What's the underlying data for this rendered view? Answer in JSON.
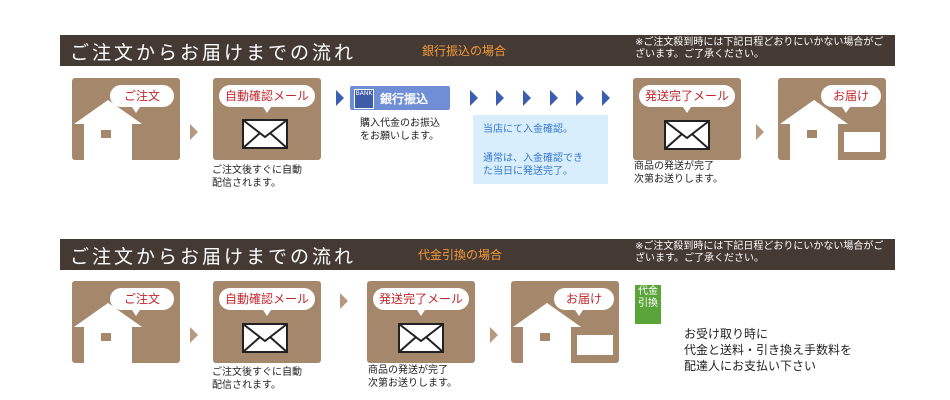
{
  "bank_section": {
    "title": "ご注文からお届けまでの流れ",
    "subtitle": "銀行振込の場合",
    "note": "※ご注文殺到時には下記日程どおりにいかない場合がございます。ご了承ください。",
    "steps": {
      "order": "ご注文",
      "auto_mail": "自動確認メール",
      "auto_mail_caption_1": "ご注文後すぐに自動",
      "auto_mail_caption_2": "配信されます。",
      "bank_label": "銀行振込",
      "bank_icon_text": "BANK",
      "bank_caption_1": "購入代金のお振込",
      "bank_caption_2": "をお願いします。",
      "info_1": "当店にて入金確認。",
      "info_2": "通常は、入金確認でき",
      "info_3": "た当日に発送完了。",
      "ship_mail": "発送完了メール",
      "ship_caption_1": "商品の発送が完了",
      "ship_caption_2": "次第お送りします。",
      "delivery": "お届け"
    }
  },
  "cod_section": {
    "title": "ご注文からお届けまでの流れ",
    "subtitle": "代金引換の場合",
    "note": "※ご注文殺到時には下記日程どおりにいかない場合がございます。ご了承ください。",
    "steps": {
      "order": "ご注文",
      "auto_mail": "自動確認メール",
      "auto_mail_caption_1": "ご注文後すぐに自動",
      "auto_mail_caption_2": "配信されます。",
      "ship_mail": "発送完了メール",
      "ship_caption_1": "商品の発送が完了",
      "ship_caption_2": "次第お送りします。",
      "delivery": "お届け",
      "cod_badge_1": "代金",
      "cod_badge_2": "引換",
      "cod_text_1": "お受け取り時に",
      "cod_text_2": "代金と送料・引き換え手数料を",
      "cod_text_3": "配達人にお支払い下さい"
    }
  },
  "colors": {
    "band": "#453934",
    "tile": "#a5886b",
    "accent_red": "#c0272d",
    "accent_orange": "#f29a3a",
    "info_bg": "#d8eefc",
    "info_text": "#3576d0",
    "bank_blue": "#6f8ed6",
    "cod_green": "#5aa53a"
  },
  "icons": [
    "house-icon",
    "envelope-icon",
    "bank-icon",
    "arrow-right-icon"
  ]
}
